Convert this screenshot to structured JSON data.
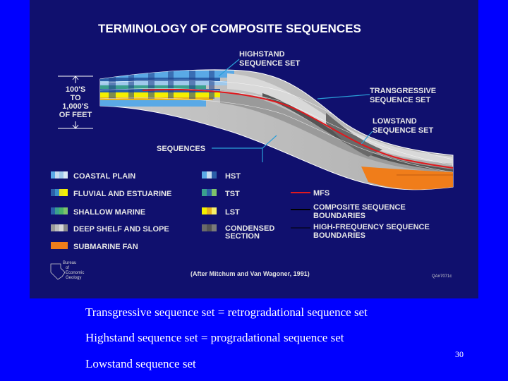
{
  "figure": {
    "title": "TERMINOLOGY OF COMPOSITE SEQUENCES",
    "scale_label": [
      "100'S",
      "TO",
      "1,000'S",
      "OF FEET"
    ],
    "annotations": {
      "highstand": [
        "HIGHSTAND",
        "SEQUENCE SET"
      ],
      "transgressive": [
        "TRANSGRESSIVE",
        "SEQUENCE SET"
      ],
      "lowstand": [
        "LOWSTAND",
        "SEQUENCE SET"
      ],
      "sequences": "SEQUENCES"
    },
    "legend_facies": [
      {
        "label": "COASTAL PLAIN",
        "colors": [
          "#5aa9e6",
          "#c6dbef",
          "#9fc9ec",
          "#d8e8f5"
        ]
      },
      {
        "label": "FLUVIAL AND ESTUARINE",
        "colors": [
          "#2b5fa8",
          "#3a8fc9",
          "#e8e31d",
          "#f4f000"
        ]
      },
      {
        "label": "SHALLOW MARINE",
        "colors": [
          "#2b5fa8",
          "#3aa08e",
          "#4ab36a",
          "#7dc36b"
        ]
      },
      {
        "label": "DEEP SHELF AND SLOPE",
        "colors": [
          "#9a9a9a",
          "#bdbdbd",
          "#d9d9d9",
          "#8a8a8a"
        ]
      },
      {
        "label": "SUBMARINE FAN",
        "colors": [
          "#f07d1a",
          "#f07d1a",
          "#f07d1a",
          "#f07d1a"
        ]
      }
    ],
    "legend_systems": [
      {
        "label": [
          "HST"
        ],
        "colors": [
          "#5aa9e6",
          "#c6dbef",
          "#2b5fa8"
        ]
      },
      {
        "label": [
          "TST"
        ],
        "colors": [
          "#3aa08e",
          "#2b5fa8",
          "#7dc36b"
        ]
      },
      {
        "label": [
          "LST"
        ],
        "colors": [
          "#f4f000",
          "#e8b21d",
          "#f7f06a"
        ]
      },
      {
        "label": [
          "CONDENSED",
          "SECTION"
        ],
        "colors": [
          "#6a6a6a",
          "#555555",
          "#7a7a7a"
        ]
      }
    ],
    "legend_lines": [
      {
        "label": [
          "MFS"
        ],
        "color": "#e0191e"
      },
      {
        "label": [
          "COMPOSITE SEQUENCE",
          "BOUNDARIES"
        ],
        "color": "#000000"
      },
      {
        "label": [
          "HIGH-FREQUENCY SEQUENCE",
          "BOUNDARIES"
        ],
        "color": "#000000"
      }
    ],
    "logo_text": [
      "Bureau",
      "of",
      "Economic",
      "Geology"
    ],
    "credit": "(After Mitchum and Van Wagoner, 1991)",
    "code": "QA#7071c",
    "colors": {
      "background": "#10106e",
      "title": "#ffffff",
      "leader_line": "#2a9fd8",
      "mfs": "#e0191e",
      "fan": "#f07d1a"
    }
  },
  "captions": [
    "Transgressive sequence set = retrogradational sequence set",
    "Highstand sequence set = progradational sequence set",
    "Lowstand sequence set"
  ],
  "page_number": "30"
}
